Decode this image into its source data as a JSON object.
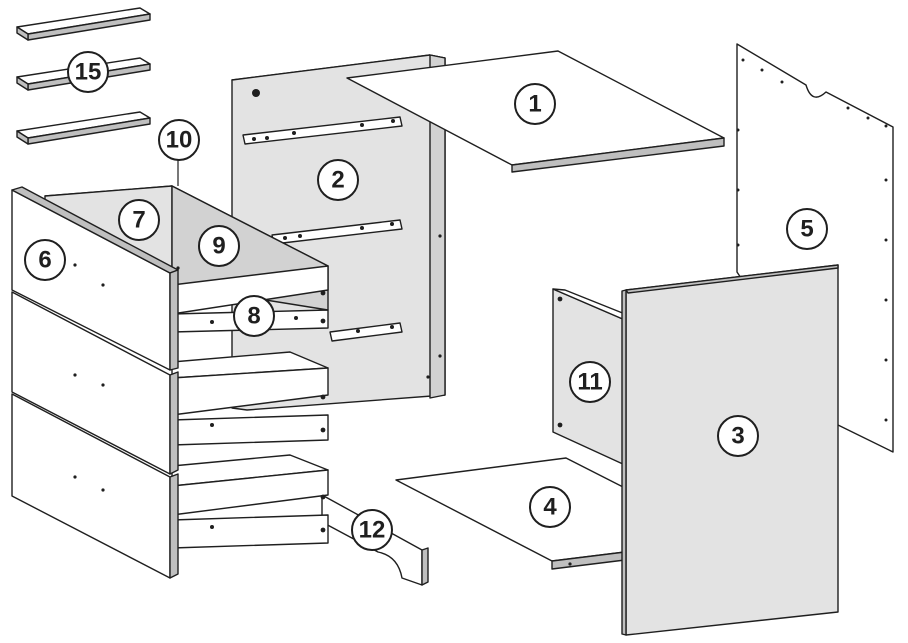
{
  "diagram": {
    "kind": "exploded furniture assembly drawing",
    "parts": [
      {
        "id": "part-1",
        "label": "1"
      },
      {
        "id": "part-2",
        "label": "2"
      },
      {
        "id": "part-3",
        "label": "3"
      },
      {
        "id": "part-4",
        "label": "4"
      },
      {
        "id": "part-5",
        "label": "5"
      },
      {
        "id": "part-6",
        "label": "6"
      },
      {
        "id": "part-7",
        "label": "7"
      },
      {
        "id": "part-8",
        "label": "8"
      },
      {
        "id": "part-9",
        "label": "9"
      },
      {
        "id": "part-10",
        "label": "10"
      },
      {
        "id": "part-11",
        "label": "11"
      },
      {
        "id": "part-12",
        "label": "12"
      },
      {
        "id": "part-15",
        "label": "15"
      }
    ]
  }
}
